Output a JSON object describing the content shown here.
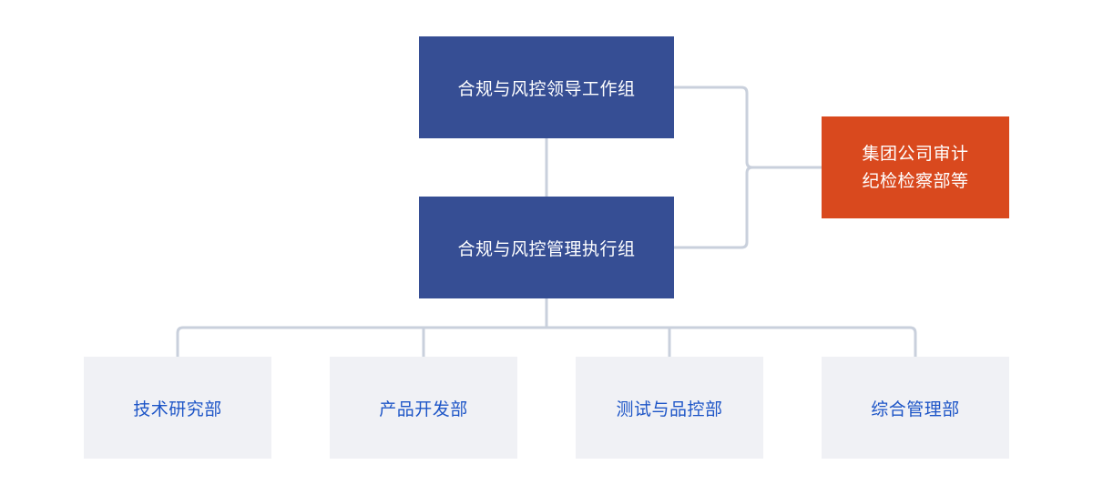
{
  "diagram": {
    "leadership_group": "合规与风控领导工作组",
    "executive_group": "合规与风控管理执行组",
    "audit": {
      "line1": "集团公司审计",
      "line2": "纪检检察部等"
    },
    "departments": [
      "技术研究部",
      "产品开发部",
      "测试与品控部",
      "综合管理部"
    ]
  },
  "colors": {
    "group_box": "#364e94",
    "audit_box": "#d9491e",
    "department_box": "#f0f1f5",
    "department_text": "#1d55c7",
    "connector": "#c9d0dc"
  }
}
